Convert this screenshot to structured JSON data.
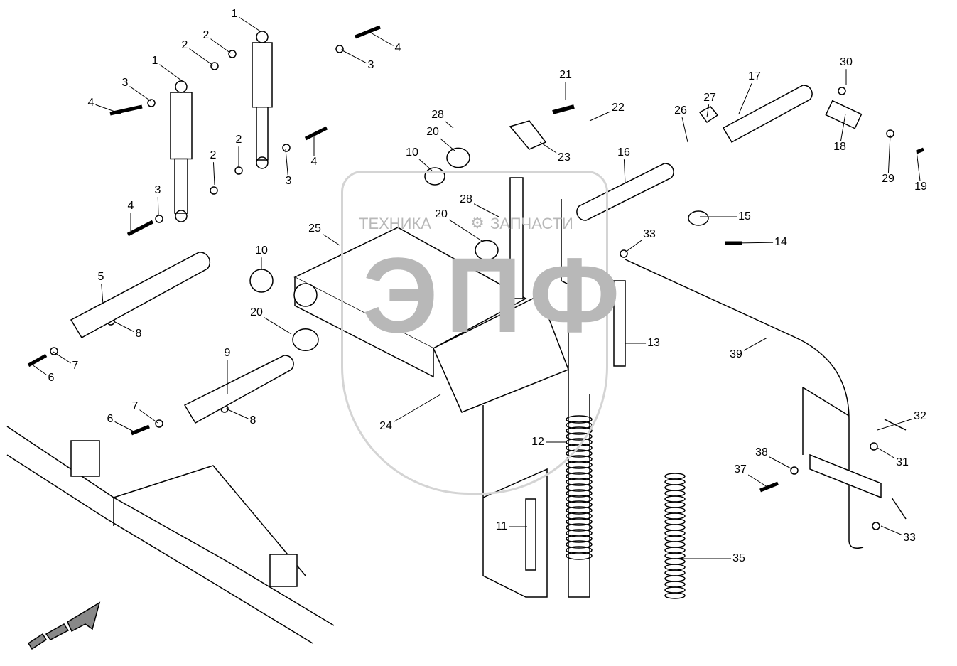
{
  "watermark": {
    "top_text": "ТЕХНИКА",
    "gear": "gear-icon",
    "top_text_right": "ЗАПЧАСТИ",
    "logo_letters": "ЭПФ"
  },
  "callouts": [
    "1",
    "2",
    "4",
    "3",
    "2",
    "1",
    "3",
    "4",
    "2",
    "4",
    "3",
    "2",
    "3",
    "4",
    "25",
    "10",
    "5",
    "8",
    "7",
    "6",
    "20",
    "9",
    "7",
    "6",
    "8",
    "24",
    "10",
    "20",
    "28",
    "28",
    "20",
    "21",
    "22",
    "23",
    "26",
    "27",
    "17",
    "30",
    "18",
    "29",
    "19",
    "16",
    "15",
    "14",
    "33",
    "13",
    "39",
    "32",
    "31",
    "38",
    "37",
    "33",
    "12",
    "11",
    "35"
  ],
  "colors": {
    "line": "#000000",
    "watermark": "#c8c8c8"
  },
  "direction_arrow": "arrow-up-right-icon"
}
